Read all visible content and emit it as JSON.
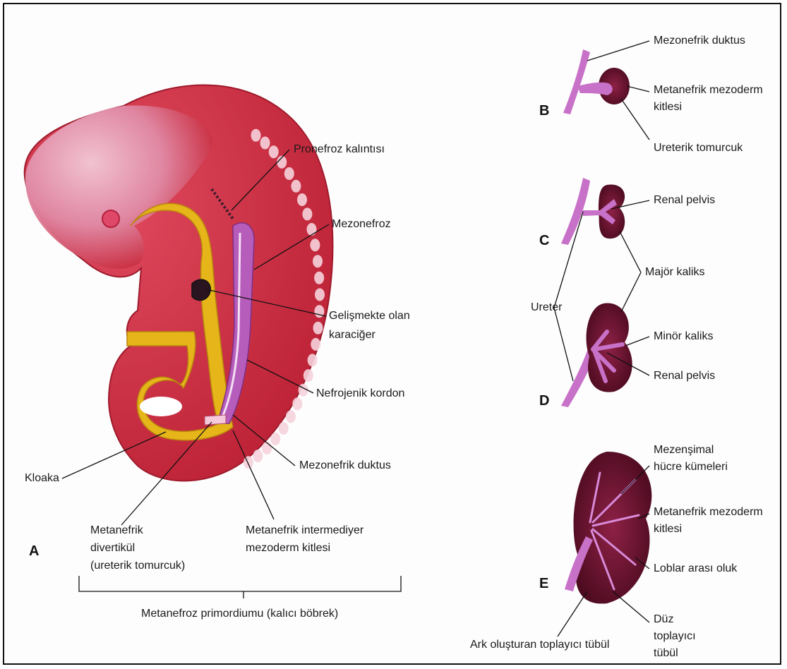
{
  "panels": {
    "a": "A",
    "b": "B",
    "c": "C",
    "d": "D",
    "e": "E"
  },
  "labels_a": {
    "pronefroz": "Pronefroz kalıntısı",
    "mezonefroz": "Mezonefroz",
    "karaciger_1": "Gelişmekte olan",
    "karaciger_2": "karaciğer",
    "nefrojenik": "Nefrojenik kordon",
    "mezonefrik_duktus": "Mezonefrik duktus",
    "kloaka": "Kloaka",
    "divertikul_1": "Metanefrik",
    "divertikul_2": "divertikül",
    "divertikul_3": "(ureterik tomurcuk)",
    "intermediyer_1": "Metanefrik intermediyer",
    "intermediyer_2": "mezoderm kitlesi",
    "primordium": "Metanefroz primordiumu (kalıcı böbrek)"
  },
  "labels_b": {
    "mezonefrik_duktus": "Mezonefrik duktus",
    "mezoderm_1": "Metanefrik mezoderm",
    "mezoderm_2": "kitlesi",
    "ureterik": "Ureterik tomurcuk"
  },
  "labels_c": {
    "renal_pelvis": "Renal pelvis",
    "major_kaliks": "Majör kaliks",
    "ureter": "Ureter"
  },
  "labels_d": {
    "minor_kaliks": "Minör kaliks",
    "renal_pelvis": "Renal pelvis"
  },
  "labels_e": {
    "mezensimal_1": "Mezenşimal",
    "mezensimal_2": "hücre kümeleri",
    "mezoderm_1": "Metanefrik mezoderm",
    "mezoderm_2": "kitlesi",
    "loblar": "Loblar arası oluk",
    "ark": "Ark oluşturan toplayıcı tübül",
    "duz_1": "Düz",
    "duz_2": "toplayıcı",
    "duz_3": "tübül"
  },
  "colors": {
    "embryo": "#c8283a",
    "embryo_light": "#e9a8b8",
    "gut": "#e5b51a",
    "duct": "#c871c8",
    "kidney": "#6e1430",
    "leader": "#111111"
  }
}
